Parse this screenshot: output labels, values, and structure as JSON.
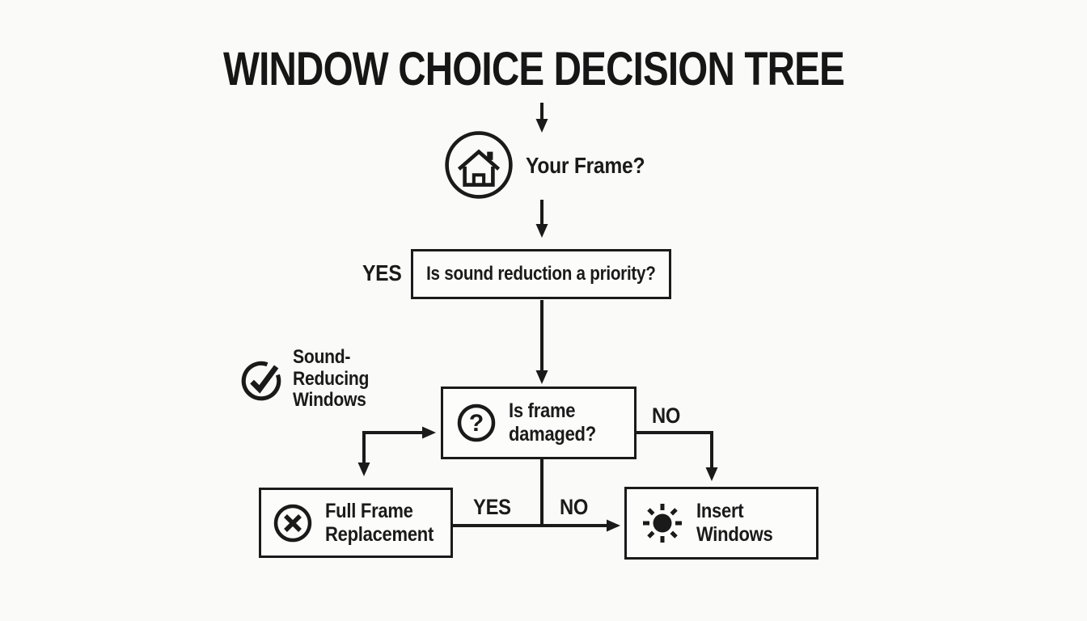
{
  "canvas": {
    "background": "#fafaf8",
    "ink": "#1a1a1a"
  },
  "title": "WINDOW CHOICE DECISION TREE",
  "nodes": {
    "your_frame": {
      "icon": "house-icon",
      "label": "Your Frame?"
    },
    "sound_priority": {
      "label": "Is sound reduction a priority?"
    },
    "sound_reducing": {
      "icon": "check-circle-icon",
      "lines": [
        "Sound-",
        "Reducing",
        "Windows"
      ]
    },
    "frame_damaged": {
      "icon": "question-circle-icon",
      "lines": [
        "Is frame",
        "damaged?"
      ]
    },
    "full_frame_replacement": {
      "icon": "x-circle-icon",
      "lines": [
        "Full Frame",
        "Replacement"
      ]
    },
    "insert_windows": {
      "icon": "sun-icon",
      "lines": [
        "Insert",
        "Windows"
      ]
    }
  },
  "edge_labels": {
    "yes_top": "YES",
    "no_right": "NO",
    "yes_bottom": "YES",
    "no_bottom": "NO"
  }
}
